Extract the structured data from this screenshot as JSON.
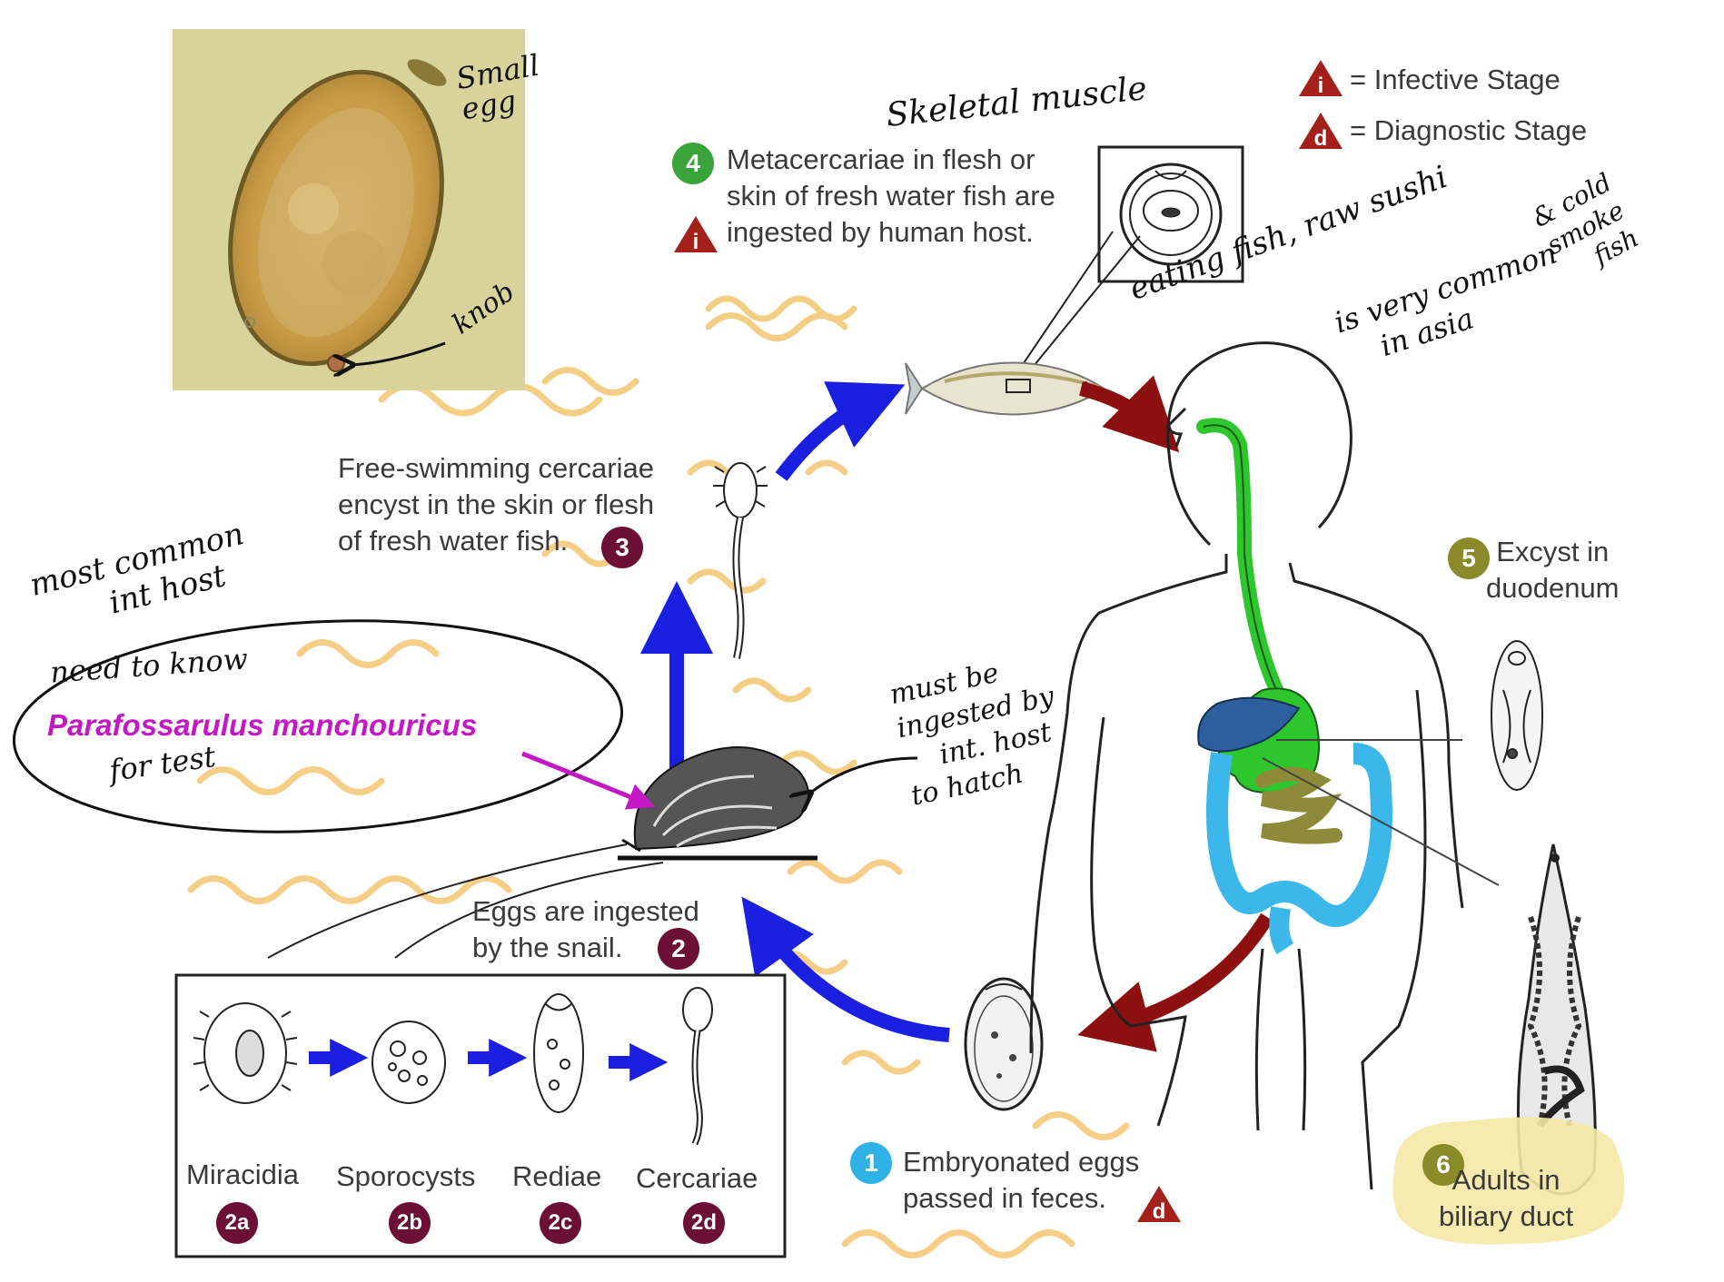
{
  "colors": {
    "infective": "#a3211a",
    "diagnostic": "#a3211a",
    "blue_arrow": "#1a1fe0",
    "red_arrow": "#8c1010",
    "water": "#f5c97a",
    "badge_dark": "#6b0f36",
    "badge_green": "#3aa33a",
    "badge_olive": "#8a8a2a",
    "badge_cyan": "#2fb1e6",
    "gi_green": "#2dc72d",
    "gi_blue": "#3bb7ea",
    "gi_olive": "#8f8a3a",
    "highlight": "#f6e8a6",
    "magenta": "#c418c4"
  },
  "legend": {
    "infective": {
      "symbol": "i",
      "text": "= Infective Stage"
    },
    "diagnostic": {
      "symbol": "d",
      "text": "= Diagnostic Stage"
    }
  },
  "steps": {
    "s1": {
      "badge": "1",
      "lines": [
        "Embryonated eggs",
        "passed in feces."
      ],
      "stage_symbol": "d"
    },
    "s2": {
      "badge": "2",
      "lines": [
        "Eggs are ingested",
        "by the snail."
      ]
    },
    "s3": {
      "badge": "3",
      "lines": [
        "Free-swimming cercariae",
        "encyst in the skin or flesh",
        "of fresh water fish."
      ]
    },
    "s4": {
      "badge": "4",
      "lines": [
        "Metacercariae in flesh or",
        "skin of fresh water fish are",
        "ingested by human host."
      ],
      "stage_symbol": "i"
    },
    "s5": {
      "badge": "5",
      "lines": [
        "Excyst in",
        "duodenum"
      ]
    },
    "s6": {
      "badge": "6",
      "lines": [
        "Adults in",
        "biliary duct"
      ]
    }
  },
  "snail_stages": [
    {
      "label": "Miracidia",
      "badge": "2a"
    },
    {
      "label": "Sporocysts",
      "badge": "2b"
    },
    {
      "label": "Rediae",
      "badge": "2c"
    },
    {
      "label": "Cercariae",
      "badge": "2d"
    }
  ],
  "snail_species": "Parafossarulus manchouricus",
  "handwritten": {
    "small_egg": [
      "Small",
      "egg"
    ],
    "knob": "knob",
    "skeletal_muscle": "Skeletal muscle",
    "eating_fish": "eating fish, raw sushi",
    "very_common": [
      "is very common",
      "in asia"
    ],
    "cold_smoke": [
      "& cold",
      "smoke",
      "fish"
    ],
    "most_common": [
      "most common",
      "int host"
    ],
    "need_to_know": "need to know",
    "for_test": "for test",
    "must_be": [
      "must be",
      "ingested by",
      "int. host",
      "to hatch"
    ]
  }
}
